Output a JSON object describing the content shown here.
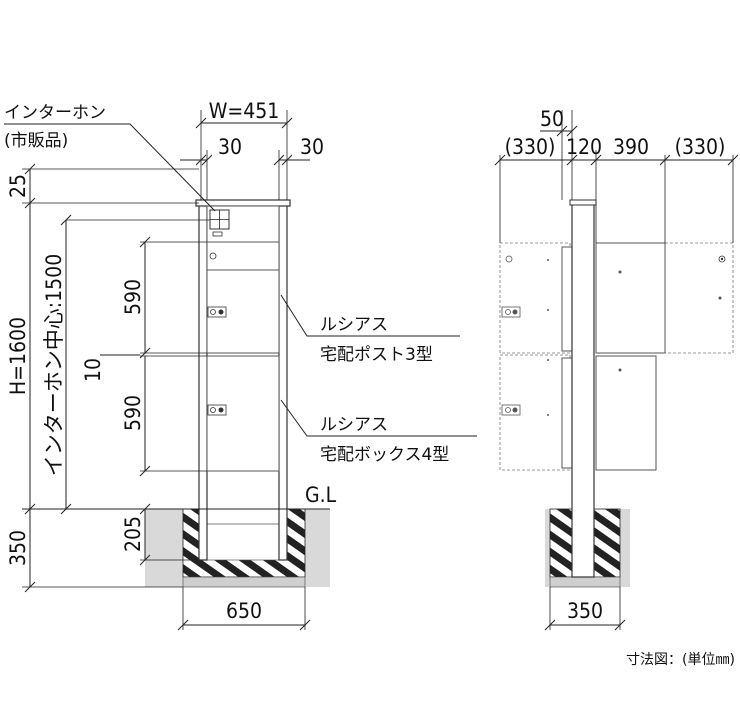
{
  "front": {
    "width_label": "W=451",
    "side_left": "30",
    "side_right": "30",
    "top_margin": "25",
    "height_label": "H=1600",
    "intercom_center": "インターホン中心:1500",
    "upper_unit": "590",
    "gap": "10",
    "lower_unit": "590",
    "buried_post": "205",
    "buried_total": "350",
    "footing_width": "650",
    "ground_line": "G.L"
  },
  "callouts": {
    "intercom_line1": "インターホン",
    "intercom_line2": "(市販品)",
    "post_line1": "ルシアス",
    "post_line2": "宅配ポスト3型",
    "box_line1": "ルシアス",
    "box_line2": "宅配ボックス4型"
  },
  "side": {
    "post_top": "50",
    "left_depth": "(330)",
    "post_depth": "120",
    "unit_depth": "390",
    "right_depth": "(330)",
    "footing_width": "350"
  },
  "footer": {
    "units_note": "寸法図：(単位㎜)"
  }
}
